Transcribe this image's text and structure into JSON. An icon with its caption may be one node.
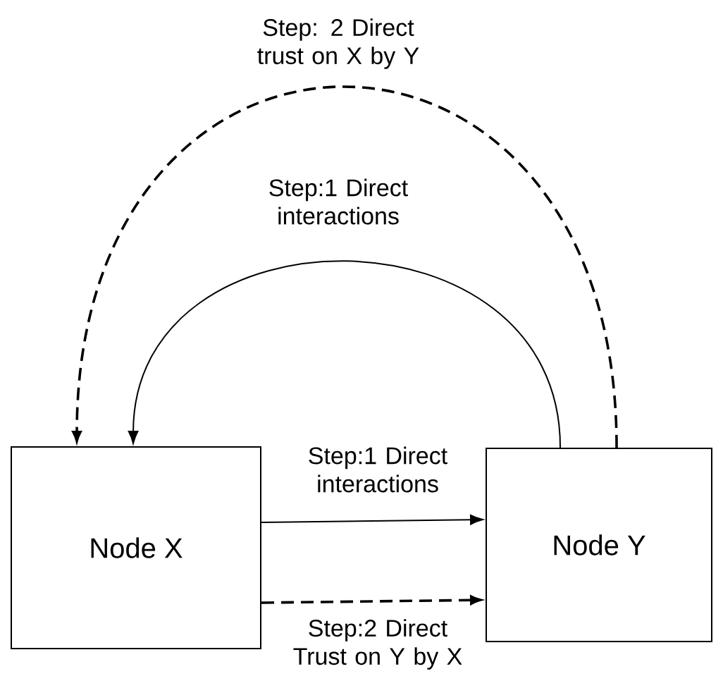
{
  "diagram": {
    "nodes": [
      {
        "text": [
          "Node X"
        ]
      },
      {
        "text": [
          "Node Y"
        ]
      }
    ],
    "edges": [
      {
        "from": 1,
        "to": 0,
        "arrow": "to",
        "style": "dashed",
        "label": "Step: 2 Direct trust on X by Y"
      },
      {
        "from": 1,
        "to": 0,
        "arrow": "to",
        "label": "Step:1 Direct interactions"
      },
      {
        "from": 0,
        "to": 1,
        "arrow": "to",
        "label": "Step:1 Direct interactions"
      },
      {
        "from": 0,
        "to": 1,
        "arrow": "to",
        "style": "dashed",
        "label": "Step:2 Direct Trust on Y by X"
      }
    ]
  }
}
